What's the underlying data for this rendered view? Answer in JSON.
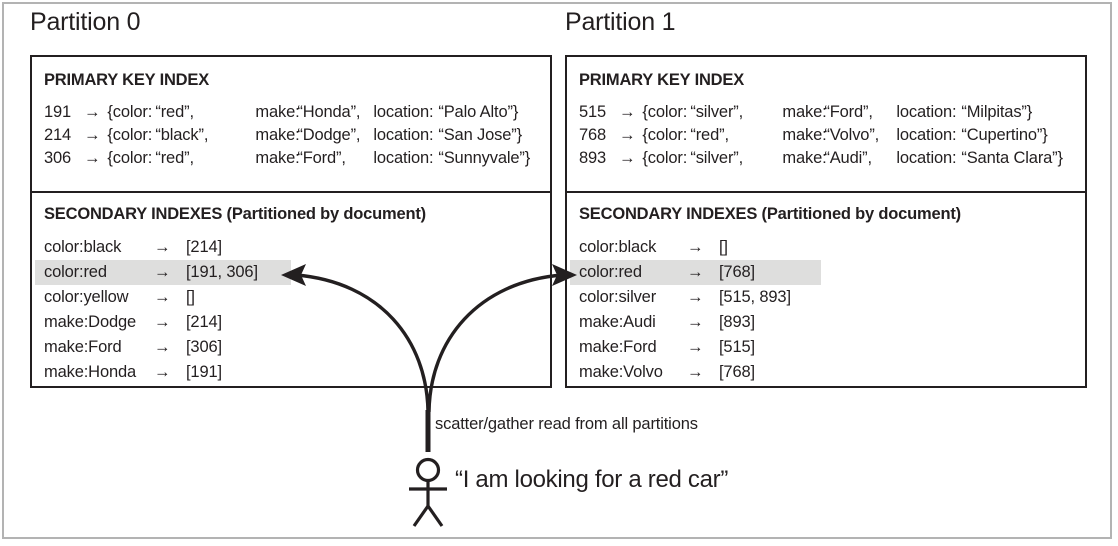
{
  "figure": {
    "caption_scatter": "scatter/gather read from all partitions",
    "user_quote": "“I am looking for a red car”"
  },
  "partitions": [
    {
      "title": "Partition 0",
      "primary_index": {
        "heading": "PRIMARY KEY INDEX",
        "rows": [
          {
            "key": "191",
            "arrow": "→",
            "open": "{color:",
            "color": "“red”,",
            "make_label": "make:",
            "make": "“Honda”,",
            "loc_label": "location:",
            "loc": "“Palo Alto”}"
          },
          {
            "key": "214",
            "arrow": "→",
            "open": "{color:",
            "color": "“black”,",
            "make_label": "make:",
            "make": "“Dodge”,",
            "loc_label": "location:",
            "loc": "“San Jose”}"
          },
          {
            "key": "306",
            "arrow": "→",
            "open": "{color:",
            "color": "“red”,",
            "make_label": "make:",
            "make": "“Ford”,",
            "loc_label": "location:",
            "loc": "“Sunnyvale”}"
          }
        ]
      },
      "secondary_index": {
        "heading": "SECONDARY INDEXES (Partitioned by document)",
        "rows": [
          {
            "term": "color:black",
            "arrow": "→",
            "ids": "[214]",
            "highlighted": false
          },
          {
            "term": "color:red",
            "arrow": "→",
            "ids": "[191, 306]",
            "highlighted": true
          },
          {
            "term": "color:yellow",
            "arrow": "→",
            "ids": "[]",
            "highlighted": false
          },
          {
            "term": "make:Dodge",
            "arrow": "→",
            "ids": "[214]",
            "highlighted": false
          },
          {
            "term": "make:Ford",
            "arrow": "→",
            "ids": "[306]",
            "highlighted": false
          },
          {
            "term": "make:Honda",
            "arrow": "→",
            "ids": "[191]",
            "highlighted": false
          }
        ]
      }
    },
    {
      "title": "Partition 1",
      "primary_index": {
        "heading": "PRIMARY KEY INDEX",
        "rows": [
          {
            "key": "515",
            "arrow": "→",
            "open": "{color:",
            "color": "“silver”,",
            "make_label": "make:",
            "make": "“Ford”,",
            "loc_label": "location:",
            "loc": "“Milpitas”}"
          },
          {
            "key": "768",
            "arrow": "→",
            "open": "{color:",
            "color": "“red”,",
            "make_label": "make:",
            "make": "“Volvo”,",
            "loc_label": "location:",
            "loc": "“Cupertino”}"
          },
          {
            "key": "893",
            "arrow": "→",
            "open": "{color:",
            "color": "“silver”,",
            "make_label": "make:",
            "make": "“Audi”,",
            "loc_label": "location:",
            "loc": "“Santa Clara”}"
          }
        ]
      },
      "secondary_index": {
        "heading": "SECONDARY INDEXES (Partitioned by document)",
        "rows": [
          {
            "term": "color:black",
            "arrow": "→",
            "ids": "[]",
            "highlighted": false
          },
          {
            "term": "color:red",
            "arrow": "→",
            "ids": "[768]",
            "highlighted": true
          },
          {
            "term": "color:silver",
            "arrow": "→",
            "ids": "[515, 893]",
            "highlighted": false
          },
          {
            "term": "make:Audi",
            "arrow": "→",
            "ids": "[893]",
            "highlighted": false
          },
          {
            "term": "make:Ford",
            "arrow": "→",
            "ids": "[515]",
            "highlighted": false
          },
          {
            "term": "make:Volvo",
            "arrow": "→",
            "ids": "[768]",
            "highlighted": false
          }
        ]
      }
    }
  ],
  "colors": {
    "ink": "#231f20",
    "outer_border": "#b3b3b3",
    "highlight": "#dededd",
    "page": "#ffffff"
  }
}
